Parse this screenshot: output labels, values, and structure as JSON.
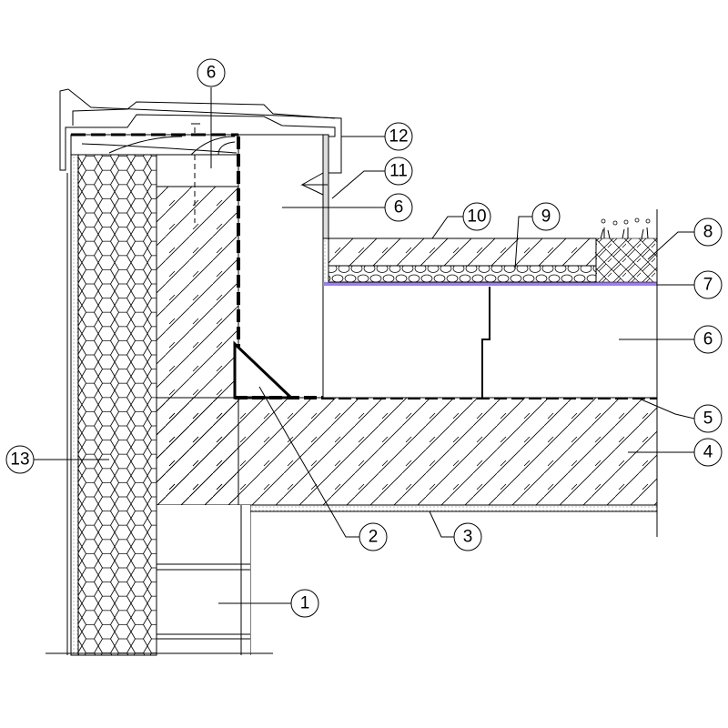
{
  "title": "Green roof parapet detail",
  "colors": {
    "line": "#000000",
    "filter_layer": "#9b7ee8"
  },
  "callouts": [
    {
      "id": "6",
      "text": "6"
    },
    {
      "id": "12",
      "text": "12"
    },
    {
      "id": "11",
      "text": "11"
    },
    {
      "id": "6b",
      "text": "6"
    },
    {
      "id": "10",
      "text": "10"
    },
    {
      "id": "9",
      "text": "9"
    },
    {
      "id": "8",
      "text": "8"
    },
    {
      "id": "7",
      "text": "7"
    },
    {
      "id": "6c",
      "text": "6"
    },
    {
      "id": "5",
      "text": "5"
    },
    {
      "id": "4",
      "text": "4"
    },
    {
      "id": "3",
      "text": "3"
    },
    {
      "id": "2",
      "text": "2"
    },
    {
      "id": "1",
      "text": "1"
    },
    {
      "id": "13",
      "text": "13"
    }
  ]
}
